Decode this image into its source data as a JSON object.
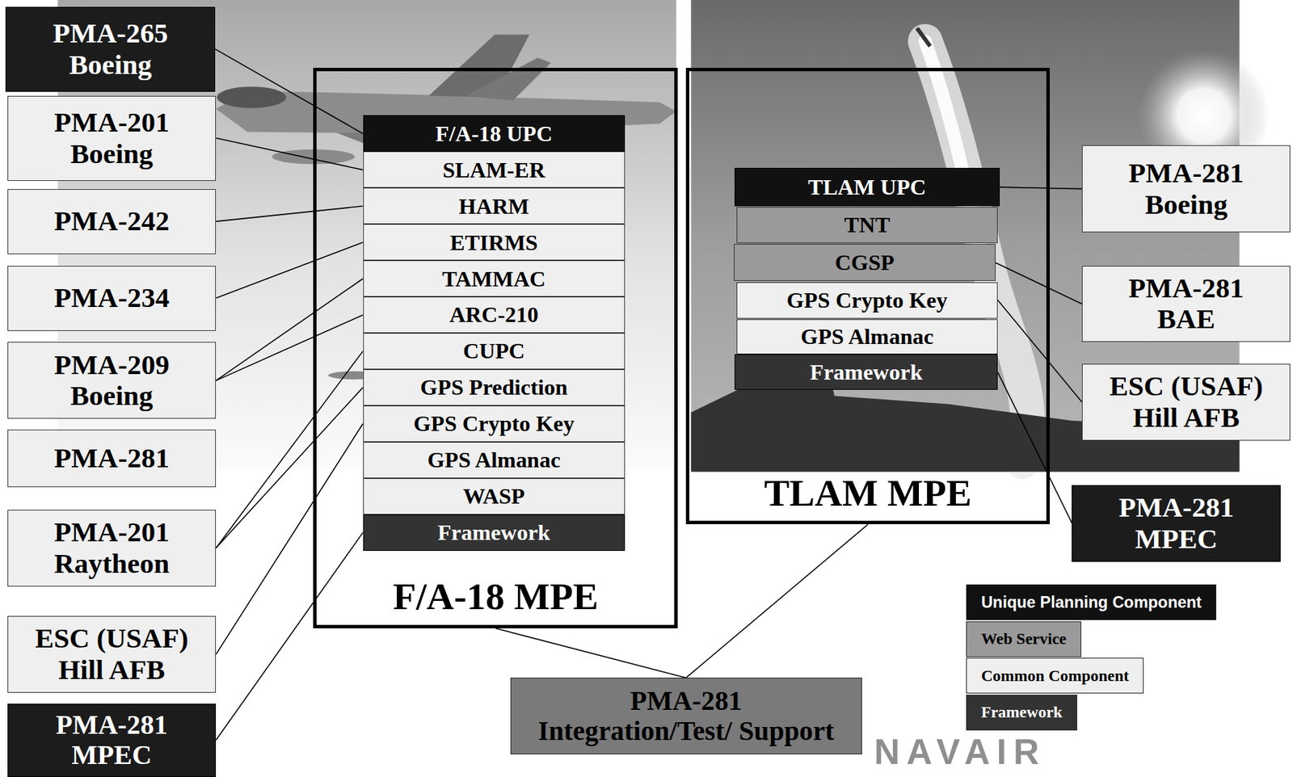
{
  "diagram": {
    "nodes": [
      {
        "text": [
          "PMA-265",
          "Boeing"
        ]
      },
      {
        "text": [
          "PMA-201",
          "Boeing"
        ]
      },
      {
        "text": [
          "PMA-242"
        ]
      },
      {
        "text": [
          "PMA-234"
        ]
      },
      {
        "text": [
          "PMA-209",
          "Boeing"
        ]
      },
      {
        "text": [
          "PMA-281"
        ]
      },
      {
        "text": [
          "PMA-201",
          "Raytheon"
        ]
      },
      {
        "text": [
          "ESC (USAF)",
          "Hill AFB"
        ]
      },
      {
        "text": [
          "PMA-281",
          "MPEC"
        ]
      },
      {
        "text": [
          "F/A-18 MPE"
        ]
      },
      {
        "text": [
          "F/A-18 UPC"
        ],
        "in": 9
      },
      {
        "text": [
          "SLAM-ER"
        ],
        "in": 9
      },
      {
        "text": [
          "HARM"
        ],
        "in": 9
      },
      {
        "text": [
          "ETIRMS"
        ],
        "in": 9
      },
      {
        "text": [
          "TAMMAC"
        ],
        "in": 9
      },
      {
        "text": [
          "ARC-210"
        ],
        "in": 9
      },
      {
        "text": [
          "CUPC"
        ],
        "in": 9
      },
      {
        "text": [
          "GPS Prediction"
        ],
        "in": 9
      },
      {
        "text": [
          "GPS Crypto Key"
        ],
        "in": 9
      },
      {
        "text": [
          "GPS Almanac"
        ],
        "in": 9
      },
      {
        "text": [
          "WASP"
        ],
        "in": 9
      },
      {
        "text": [
          "Framework"
        ],
        "in": 9
      },
      {
        "text": [
          "TLAM MPE"
        ]
      },
      {
        "text": [
          "TLAM UPC"
        ],
        "in": 22
      },
      {
        "text": [
          "TNT"
        ],
        "in": 22
      },
      {
        "text": [
          "CGSP"
        ],
        "in": 22
      },
      {
        "text": [
          "GPS Crypto Key"
        ],
        "in": 22
      },
      {
        "text": [
          "GPS Almanac"
        ],
        "in": 22
      },
      {
        "text": [
          "Framework"
        ],
        "in": 22
      },
      {
        "text": [
          "PMA-281",
          "Boeing"
        ]
      },
      {
        "text": [
          "PMA-281",
          "BAE"
        ]
      },
      {
        "text": [
          "ESC (USAF)",
          "Hill AFB"
        ]
      },
      {
        "text": [
          "PMA-281",
          "MPEC"
        ]
      },
      {
        "text": [
          "PMA-281",
          "Integration/Test/ Support"
        ]
      }
    ],
    "edges": [
      {
        "from": 0,
        "to": 10,
        "arrow": "none"
      },
      {
        "from": 1,
        "to": 11,
        "arrow": "none"
      },
      {
        "from": 2,
        "to": 12,
        "arrow": "none"
      },
      {
        "from": 3,
        "to": 13,
        "arrow": "none"
      },
      {
        "from": 4,
        "to": 14,
        "arrow": "none"
      },
      {
        "from": 4,
        "to": 15,
        "arrow": "none"
      },
      {
        "from": 6,
        "to": 16,
        "arrow": "none"
      },
      {
        "from": 6,
        "to": 17,
        "arrow": "none"
      },
      {
        "from": 7,
        "to": 18,
        "arrow": "none"
      },
      {
        "from": 8,
        "to": 21,
        "arrow": "none"
      },
      {
        "from": 29,
        "to": 23,
        "arrow": "none"
      },
      {
        "from": 30,
        "to": 25,
        "arrow": "none"
      },
      {
        "from": 31,
        "to": 26,
        "arrow": "none"
      },
      {
        "from": 32,
        "to": 28,
        "arrow": "none"
      },
      {
        "from": 33,
        "to": 9,
        "arrow": "none"
      },
      {
        "from": 33,
        "to": 22,
        "arrow": "none"
      }
    ],
    "labels": [
      "NAVAIR"
    ],
    "legend": [
      {
        "text": "Unique Planning Component",
        "color": "#111111"
      },
      {
        "text": "Web Service",
        "color": "#9a9a9a"
      },
      {
        "text": "Common Component",
        "color": "#efefef"
      },
      {
        "text": "Framework",
        "color": "#333333"
      }
    ]
  }
}
